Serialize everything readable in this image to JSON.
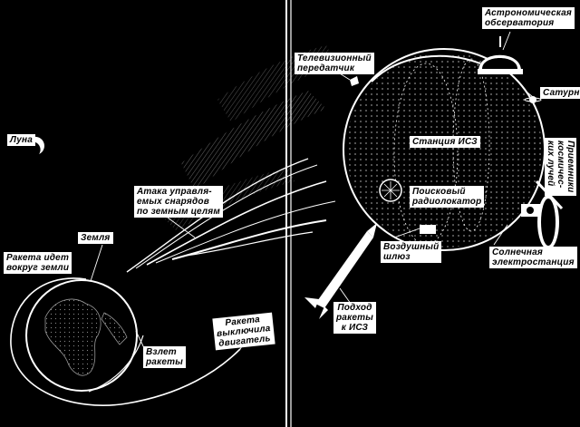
{
  "labels": {
    "moon": "Луна",
    "earth": "Земля",
    "rocket_orbit": "Ракета идет\nвокруг земли",
    "missile_attack": "Атака управля-\nемых снарядов\nпо земным целям",
    "launch": "Взлет\nракеты",
    "engine_off": "Ракета\nвыключила\nдвигатель",
    "tv_transmitter": "Телевизионный\nпередатчик",
    "observatory": "Астрономическая\nобсерватория",
    "saturn": "Сатурн",
    "station": "Станция ИСЗ",
    "radar": "Поисковый\nрадиолокатор",
    "airlock": "Воздушный\nшлюз",
    "cosmic_ray_receivers": "Приемники\nкосмичес-\nких лучей",
    "solar_power_station": "Солнечная\nэлектростанция",
    "rocket_approach": "Подход\nракеты\nк ИСЗ"
  }
}
